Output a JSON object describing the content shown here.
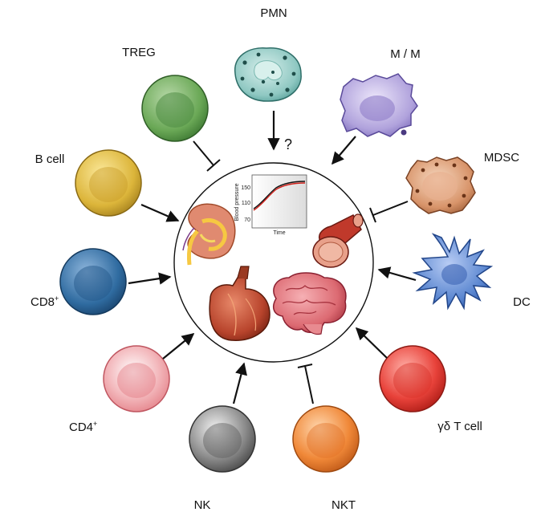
{
  "cells": {
    "pmn": "PMN",
    "treg": "TREG",
    "mm": "M / M",
    "bcell": "B cell",
    "mdsc": "MDSC",
    "cd8": "CD8",
    "cd8_sup": "+",
    "dc": "DC",
    "cd4": "CD4",
    "cd4_sup": "+",
    "gdt": "γδ T cell",
    "nk": "NK",
    "nkt": "NKT"
  },
  "pmn_question": "?",
  "inset_chart": {
    "ylabel": "Blood pressure",
    "xlabel": "Time",
    "yticks": [
      "150",
      "110",
      "70"
    ]
  },
  "colors": {
    "pmn": "#4a9e98",
    "treg": "#5e9a4a",
    "mm": "#9e8ed0",
    "bcell": "#d8b43a",
    "mdsc": "#b8744a",
    "cd8": "#2d6a9c",
    "dc": "#4a78c8",
    "cd4": "#e88a90",
    "gdt": "#e23a30",
    "nk": "#7a7a7a",
    "nkt": "#ee7a30"
  }
}
